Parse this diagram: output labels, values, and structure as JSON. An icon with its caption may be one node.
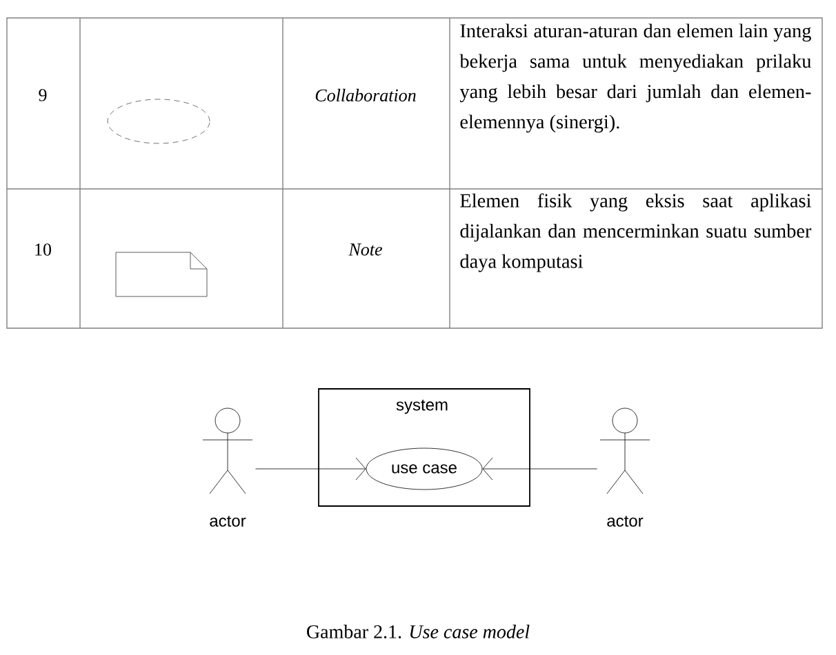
{
  "diagram": {
    "caption": "Gambar 2.1. *Use case model*",
    "nodes": [
      {
        "text": [],
        "shape": "person",
        "beside": [
          "actor"
        ]
      },
      {
        "text": [
          "system"
        ]
      },
      {
        "text": [
          "use case"
        ],
        "in": 1
      },
      {
        "text": [],
        "shape": "person",
        "beside": [
          "actor"
        ]
      }
    ],
    "edges": [
      {
        "from": 0,
        "to": 2,
        "arrow": "to"
      },
      {
        "from": 3,
        "to": 2,
        "arrow": "to"
      }
    ],
    "labels": [
      "9",
      "Collaboration",
      "Interaksi aturan-aturan dan elemen lain yang bekerja sama untuk menyediakan prilaku yang lebih besar dari jumlah dan elemen-elemennya (sinergi).",
      "10",
      "Note",
      "Elemen fisik yang eksis saat aplikasi dijalankan dan mencerminkan suatu sumber daya komputasi"
    ]
  }
}
